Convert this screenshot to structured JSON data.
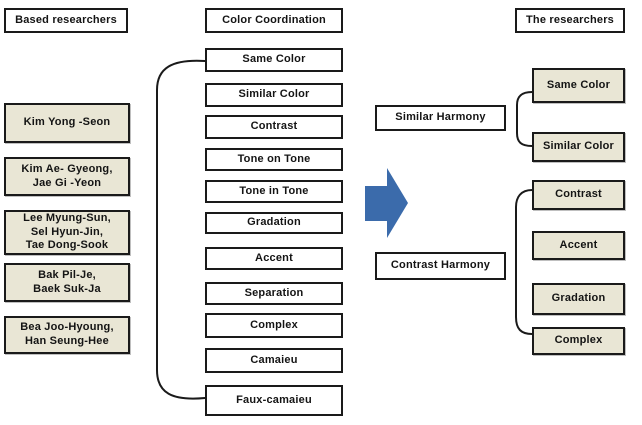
{
  "colors": {
    "background": "#FFFFFF",
    "box_border": "#1A1A1A",
    "box_fill_white": "#FFFFFF",
    "box_fill_tan": "#E9E6D5",
    "arrow_blue": "#3B6BAB"
  },
  "left_column": {
    "header": "Based researchers",
    "researchers": [
      "Kim Yong -Seon",
      "Kim Ae- Gyeong,\nJae Gi -Yeon",
      "Lee Myung-Sun,\nSel Hyun-Jin,\nTae Dong-Sook",
      "Bak Pil-Je,\nBaek Suk-Ja",
      "Bea Joo-Hyoung,\nHan Seung-Hee"
    ]
  },
  "middle_column": {
    "header": "Color Coordination",
    "items": [
      "Same Color",
      "Similar Color",
      "Contrast",
      "Tone on Tone",
      "Tone in Tone",
      "Gradation",
      "Accent",
      "Separation",
      "Complex",
      "Camaieu",
      "Faux-camaieu"
    ]
  },
  "right_column": {
    "header": "The researchers",
    "groups": [
      {
        "harmony": "Similar Harmony",
        "items": [
          "Same Color",
          "Similar Color"
        ]
      },
      {
        "harmony": "Contrast Harmony",
        "items": [
          "Contrast",
          "Accent",
          "Gradation",
          "Complex"
        ]
      }
    ]
  },
  "arrow": {
    "direction": "right",
    "meaning": "mapping from coordination types to harmony groups"
  }
}
